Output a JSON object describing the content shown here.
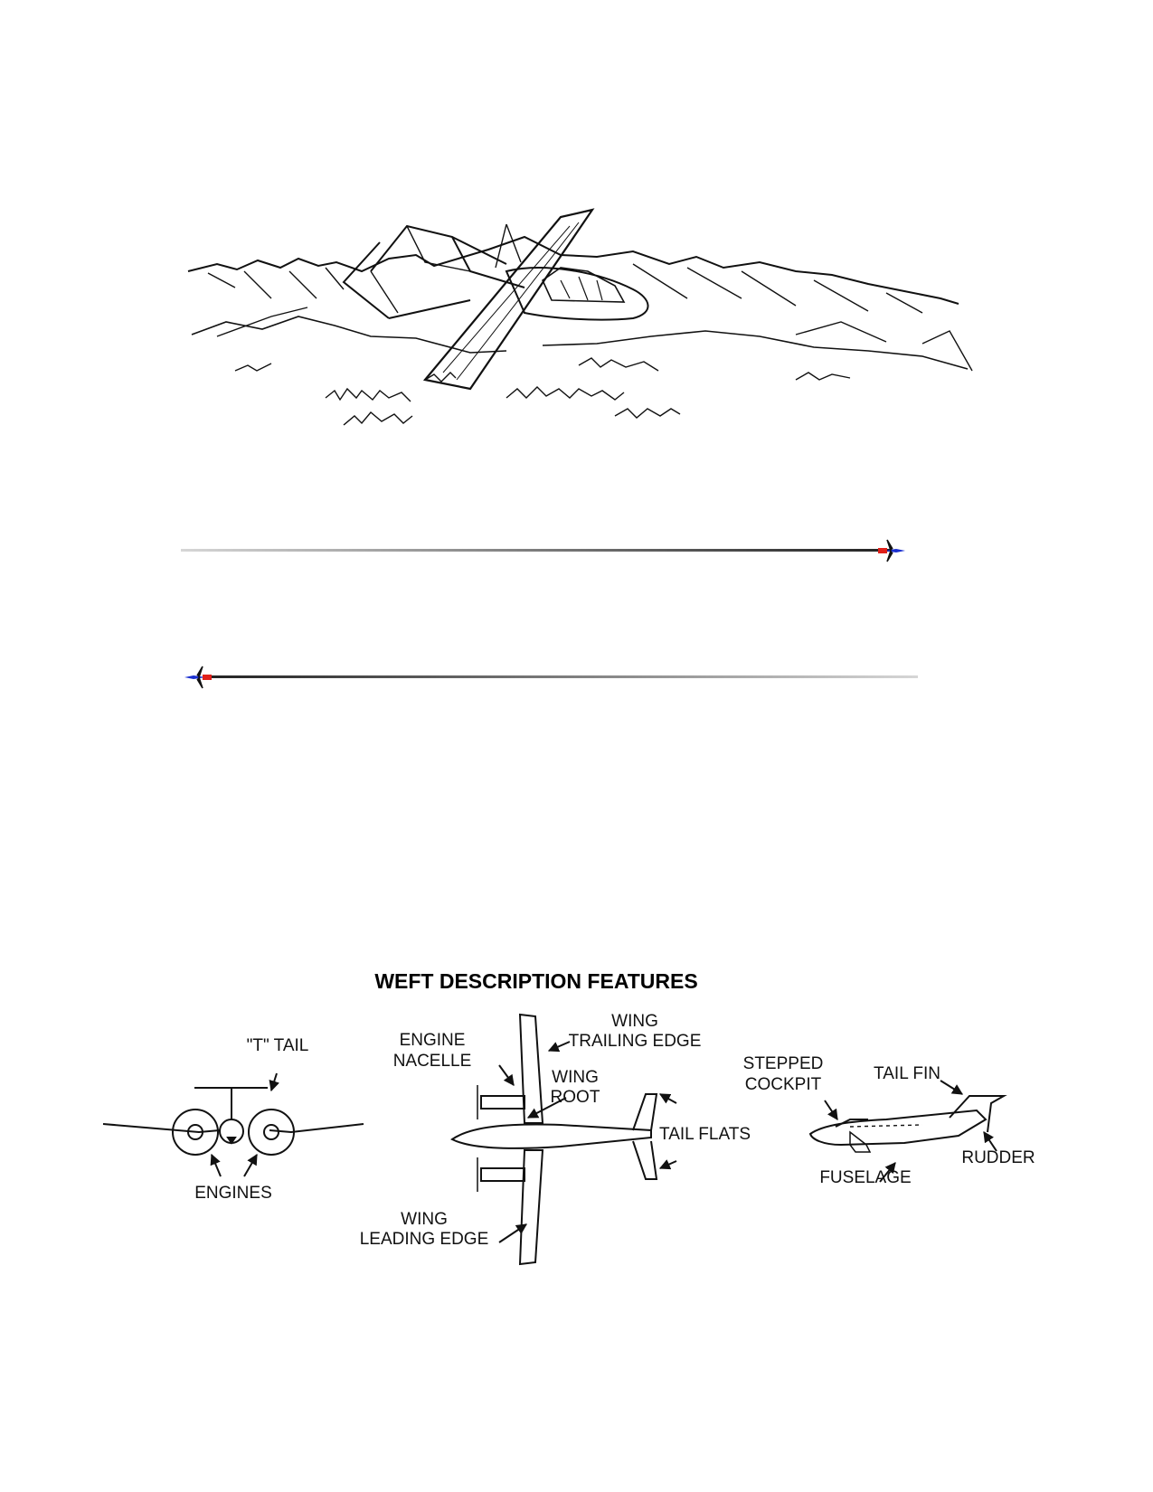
{
  "diagram": {
    "title": "WEFT DESCRIPTION FEATURES",
    "front_view": {
      "t_tail": "\"T\" TAIL",
      "engines": "ENGINES"
    },
    "top_view": {
      "engine_nacelle": [
        "ENGINE",
        "NACELLE"
      ],
      "wing_trailing_edge": [
        "WING",
        "TRAILING EDGE"
      ],
      "wing_root": [
        "WING",
        "ROOT"
      ],
      "tail_flats": "TAIL FLATS",
      "wing_leading_edge": [
        "WING",
        "LEADING EDGE"
      ]
    },
    "side_view": {
      "stepped_cockpit": [
        "STEPPED",
        "COCKPIT"
      ],
      "tail_fin": "TAIL FIN",
      "fuselage": "FUSELAGE",
      "rudder": "RUDDER"
    }
  },
  "colors": {
    "ink": "#111111",
    "jet_red": "#e0201a",
    "jet_blue": "#1a2fd0",
    "rule_light": "#cfcfcf",
    "rule_dark": "#222222"
  }
}
